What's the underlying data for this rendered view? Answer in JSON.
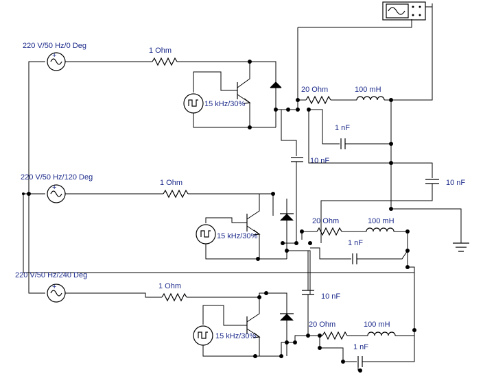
{
  "phases": [
    {
      "source_label": "220 V/50 Hz/0 Deg",
      "resistor_label": "1  Ohm",
      "pulse_label": "15 kHz/30%",
      "filter_r": "20  Ohm",
      "filter_l": "100 mH",
      "filter_c": "1 nF",
      "coupling_c": "10 nF"
    },
    {
      "source_label": "220 V/50 Hz/120 Deg",
      "resistor_label": "1  Ohm",
      "pulse_label": "15 kHz/30%",
      "filter_r": "20  Ohm",
      "filter_l": "100 mH",
      "filter_c": "1 nF",
      "coupling_c": "10 nF"
    },
    {
      "source_label": "220 V/50 Hz/240 Deg",
      "resistor_label": "1  Ohm",
      "pulse_label": "15 kHz/30%",
      "filter_r": "20  Ohm",
      "filter_l": "100 mH",
      "filter_c": "1 nF"
    }
  ],
  "extra_capacitor": "10 nF",
  "instruments": {
    "oscilloscope": "oscilloscope-icon",
    "ground": "ground-icon"
  },
  "colors": {
    "label_text": "#1b2a8a",
    "wire": "#000000"
  }
}
